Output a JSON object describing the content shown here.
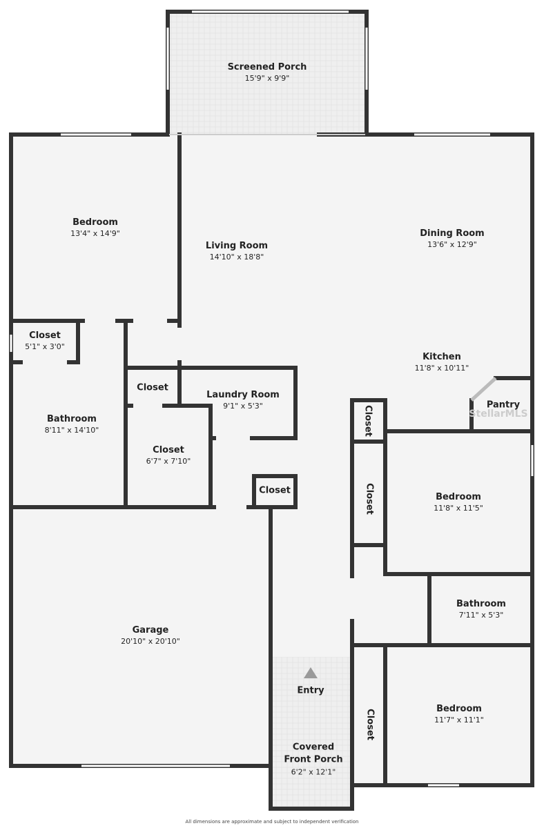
{
  "rooms": {
    "screened_porch": {
      "name": "Screened Porch",
      "dims": "15'9\" x 9'9\""
    },
    "bedroom_1": {
      "name": "Bedroom",
      "dims": "13'4\" x 14'9\""
    },
    "living_room": {
      "name": "Living Room",
      "dims": "14'10\" x 18'8\""
    },
    "dining_room": {
      "name": "Dining Room",
      "dims": "13'6\" x 12'9\""
    },
    "closet_1": {
      "name": "Closet",
      "dims": "5'1\" x 3'0\""
    },
    "kitchen": {
      "name": "Kitchen",
      "dims": "11'8\" x 10'11\""
    },
    "closet_2": {
      "name": "Closet"
    },
    "laundry_room": {
      "name": "Laundry Room",
      "dims": "9'1\" x 5'3\""
    },
    "pantry": {
      "name": "Pantry"
    },
    "bathroom_1": {
      "name": "Bathroom",
      "dims": "8'11\" x 14'10\""
    },
    "closet_3": {
      "name": "Closet",
      "dims": "6'7\" x 7'10\""
    },
    "closet_4": {
      "name": "Closet"
    },
    "closet_5": {
      "name": "Closet"
    },
    "closet_6": {
      "name": "Closet"
    },
    "bedroom_2": {
      "name": "Bedroom",
      "dims": "11'8\" x 11'5\""
    },
    "bathroom_2": {
      "name": "Bathroom",
      "dims": "7'11\" x 5'3\""
    },
    "garage": {
      "name": "Garage",
      "dims": "20'10\" x 20'10\""
    },
    "entry": {
      "name": "Entry"
    },
    "covered_front_porch": {
      "name": "Covered\nFront Porch",
      "dims": "6'2\" x 12'1\""
    },
    "closet_7": {
      "name": "Closet"
    },
    "bedroom_3": {
      "name": "Bedroom",
      "dims": "11'7\" x 11'1\""
    }
  },
  "watermark": "StellarMLS",
  "footer": "All dimensions are approximate and subject to independent verification",
  "colors": {
    "wall": "#333333",
    "floor": "#f4f4f4",
    "porch": "#e6e6e6"
  }
}
